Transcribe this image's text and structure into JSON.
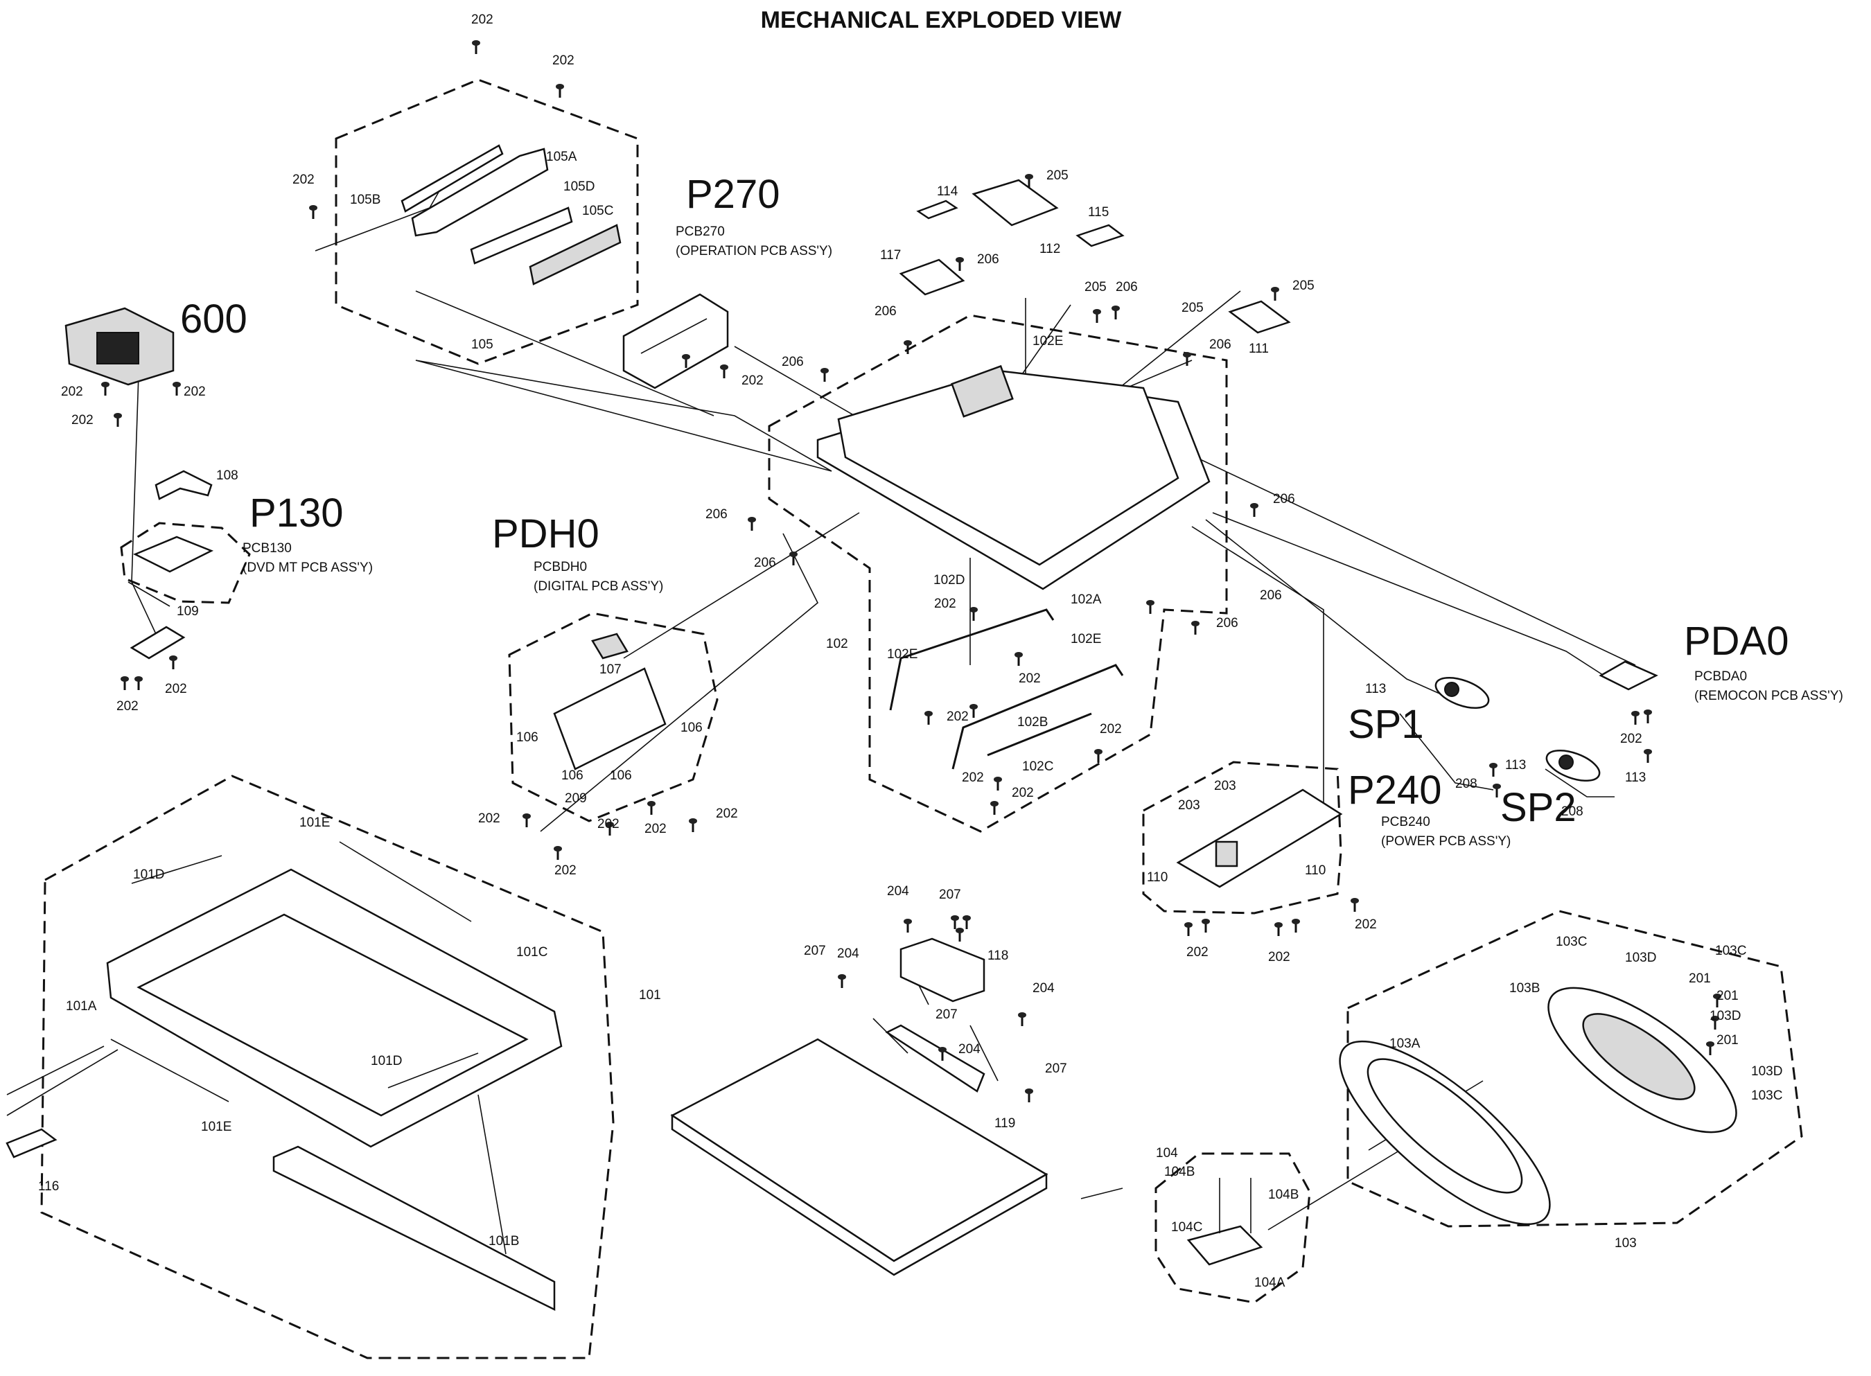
{
  "title": "MECHANICAL EXPLODED VIEW",
  "handwritten": {
    "p270": "P270",
    "p600": "600",
    "p130": "P130",
    "pdh0": "PDH0",
    "pda0": "PDA0",
    "sp1": "SP1",
    "p240": "P240",
    "sp2": "SP2"
  },
  "pcb_labels": {
    "pcb270": [
      "PCB270",
      "(OPERATION PCB ASS'Y)"
    ],
    "pcb130": [
      "PCB130",
      "(DVD MT PCB ASS'Y)"
    ],
    "pcbdh0": [
      "PCBDH0",
      "(DIGITAL PCB ASS'Y)"
    ],
    "pcbda0": [
      "PCBDA0",
      "(REMOCON PCB ASS'Y)"
    ],
    "pcb240": [
      "PCB240",
      "(POWER PCB ASS'Y)"
    ]
  },
  "callouts": [
    "202",
    "202",
    "202",
    "105A",
    "105B",
    "105D",
    "105C",
    "105",
    "202",
    "202",
    "202",
    "202",
    "108",
    "109",
    "202",
    "202",
    "114",
    "205",
    "115",
    "112",
    "117",
    "206",
    "205",
    "206",
    "205",
    "111",
    "206",
    "205",
    "206",
    "206",
    "102E",
    "206",
    "206",
    "206",
    "102A",
    "206",
    "206",
    "102D",
    "202",
    "102",
    "102E",
    "202",
    "102E",
    "202",
    "102B",
    "202",
    "102C",
    "202",
    "202",
    "107",
    "106",
    "106",
    "106",
    "106",
    "209",
    "202",
    "202",
    "202",
    "202",
    "202",
    "101E",
    "101D",
    "101C",
    "101A",
    "101",
    "101D",
    "101E",
    "116",
    "101B",
    "113",
    "208",
    "113",
    "113",
    "208",
    "202",
    "203",
    "203",
    "110",
    "110",
    "202",
    "202",
    "202",
    "204",
    "207",
    "207",
    "204",
    "118",
    "204",
    "207",
    "204",
    "207",
    "119",
    "103C",
    "103D",
    "103C",
    "103B",
    "201",
    "201",
    "103D",
    "201",
    "103D",
    "103C",
    "103A",
    "103",
    "104",
    "104B",
    "104B",
    "104C",
    "104A"
  ]
}
